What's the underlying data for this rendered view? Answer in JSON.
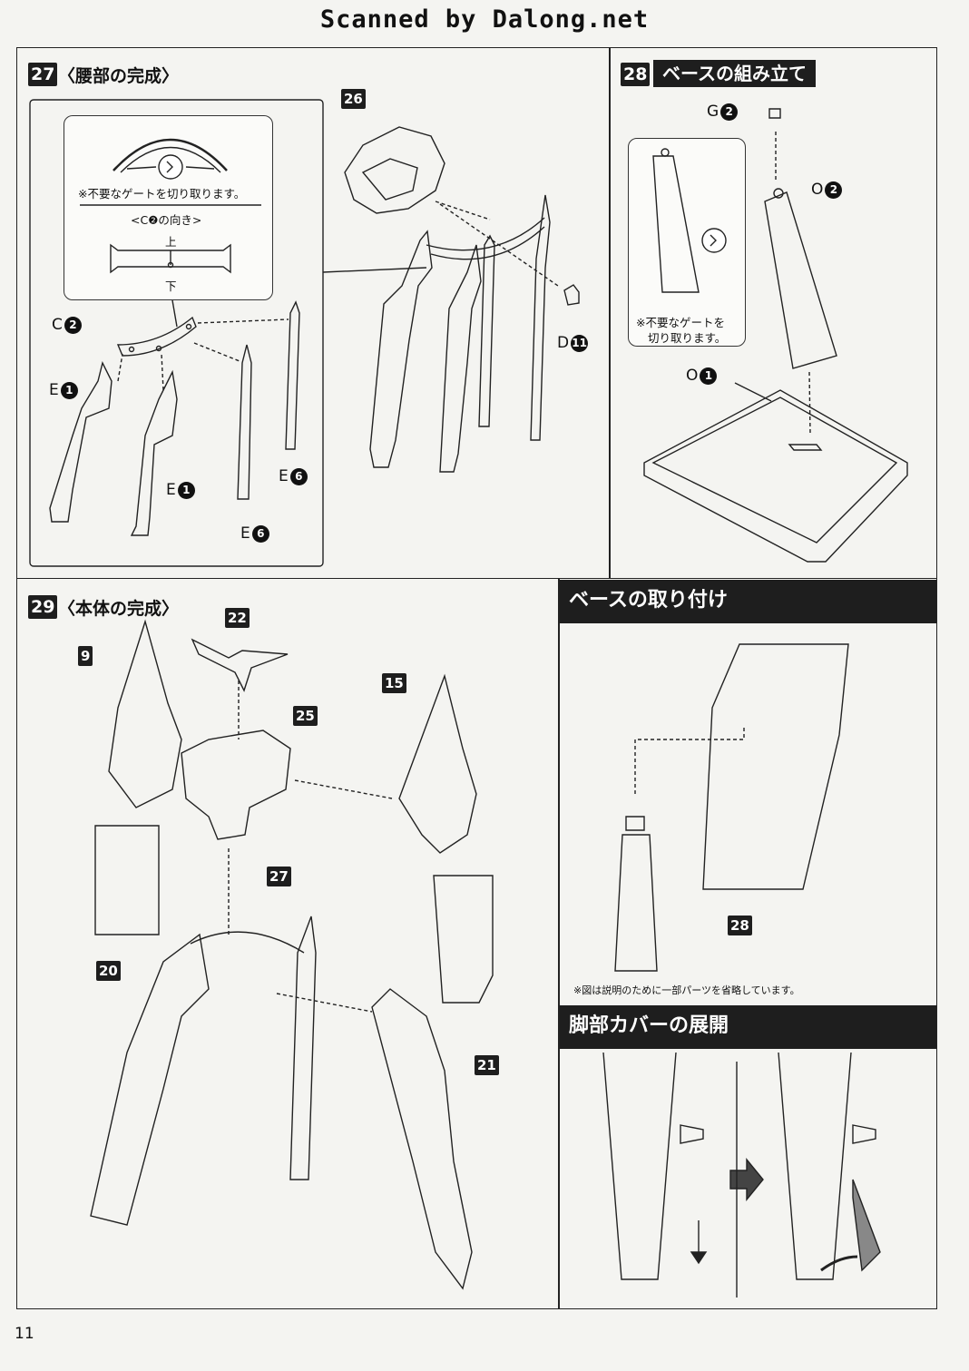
{
  "header": {
    "title": "Scanned by Dalong.net"
  },
  "page_number": "11",
  "step27": {
    "number": "27",
    "title": "〈腰部の完成〉",
    "callout_note": "※不要なゲートを切り取ります。",
    "orientation_title": "<C❷の向き>",
    "orientation_top": "上",
    "orientation_bottom": "下",
    "parts": [
      {
        "letter": "C",
        "num": "2"
      },
      {
        "letter": "E",
        "num": "1"
      },
      {
        "letter": "E",
        "num": "1"
      },
      {
        "letter": "E",
        "num": "6"
      },
      {
        "letter": "E",
        "num": "6"
      },
      {
        "letter": "D",
        "num": "11"
      }
    ],
    "ref_tag": "26"
  },
  "step28": {
    "number": "28",
    "title": "ベースの組み立て",
    "callout_note_line1": "※不要なゲートを",
    "callout_note_line2": "切り取ります。",
    "parts": [
      {
        "letter": "G",
        "num": "2"
      },
      {
        "letter": "O",
        "num": "2"
      },
      {
        "letter": "O",
        "num": "1"
      }
    ]
  },
  "step29": {
    "number": "29",
    "title": "〈本体の完成〉",
    "tags": [
      "9",
      "22",
      "25",
      "15",
      "27",
      "20",
      "21"
    ]
  },
  "base_attach": {
    "title": "ベースの取り付け",
    "tag": "28",
    "note": "※図は説明のために一部パーツを省略しています。"
  },
  "leg_cover": {
    "title": "脚部カバーの展開"
  }
}
